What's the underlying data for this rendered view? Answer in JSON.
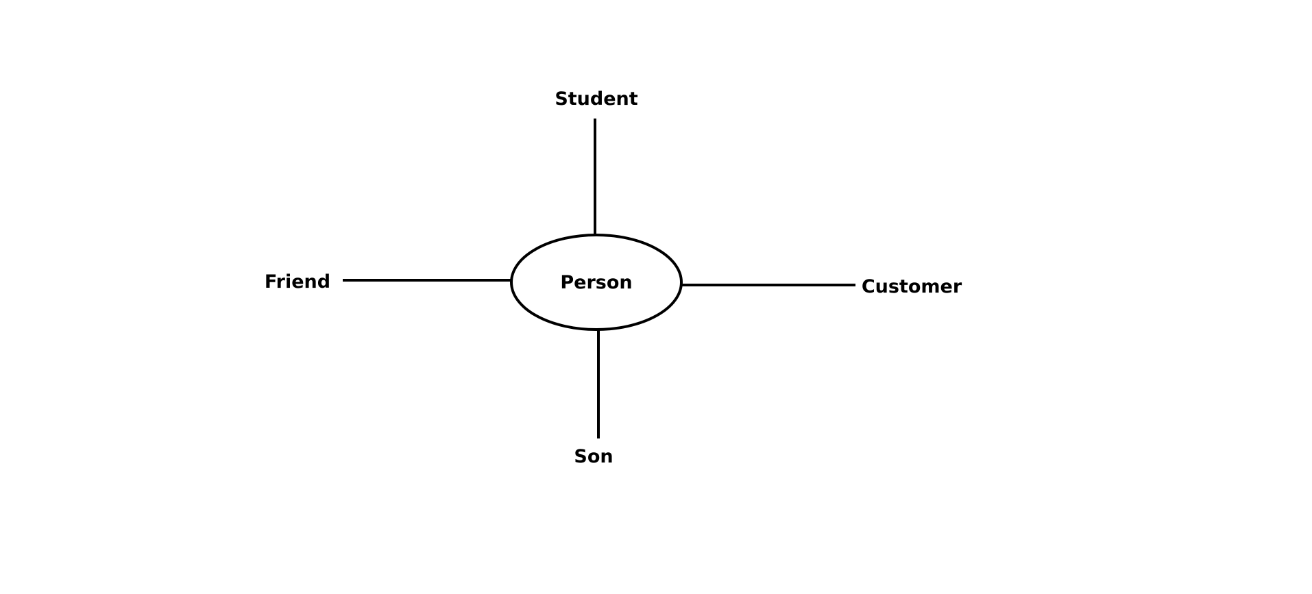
{
  "diagram": {
    "center": {
      "label": "Person"
    },
    "nodes": [
      {
        "id": "student",
        "label": "Student"
      },
      {
        "id": "friend",
        "label": "Friend"
      },
      {
        "id": "customer",
        "label": "Customer"
      },
      {
        "id": "son",
        "label": "Son"
      }
    ],
    "colors": {
      "background": "#ffffff",
      "line": "#000000",
      "text": "#000000"
    }
  }
}
